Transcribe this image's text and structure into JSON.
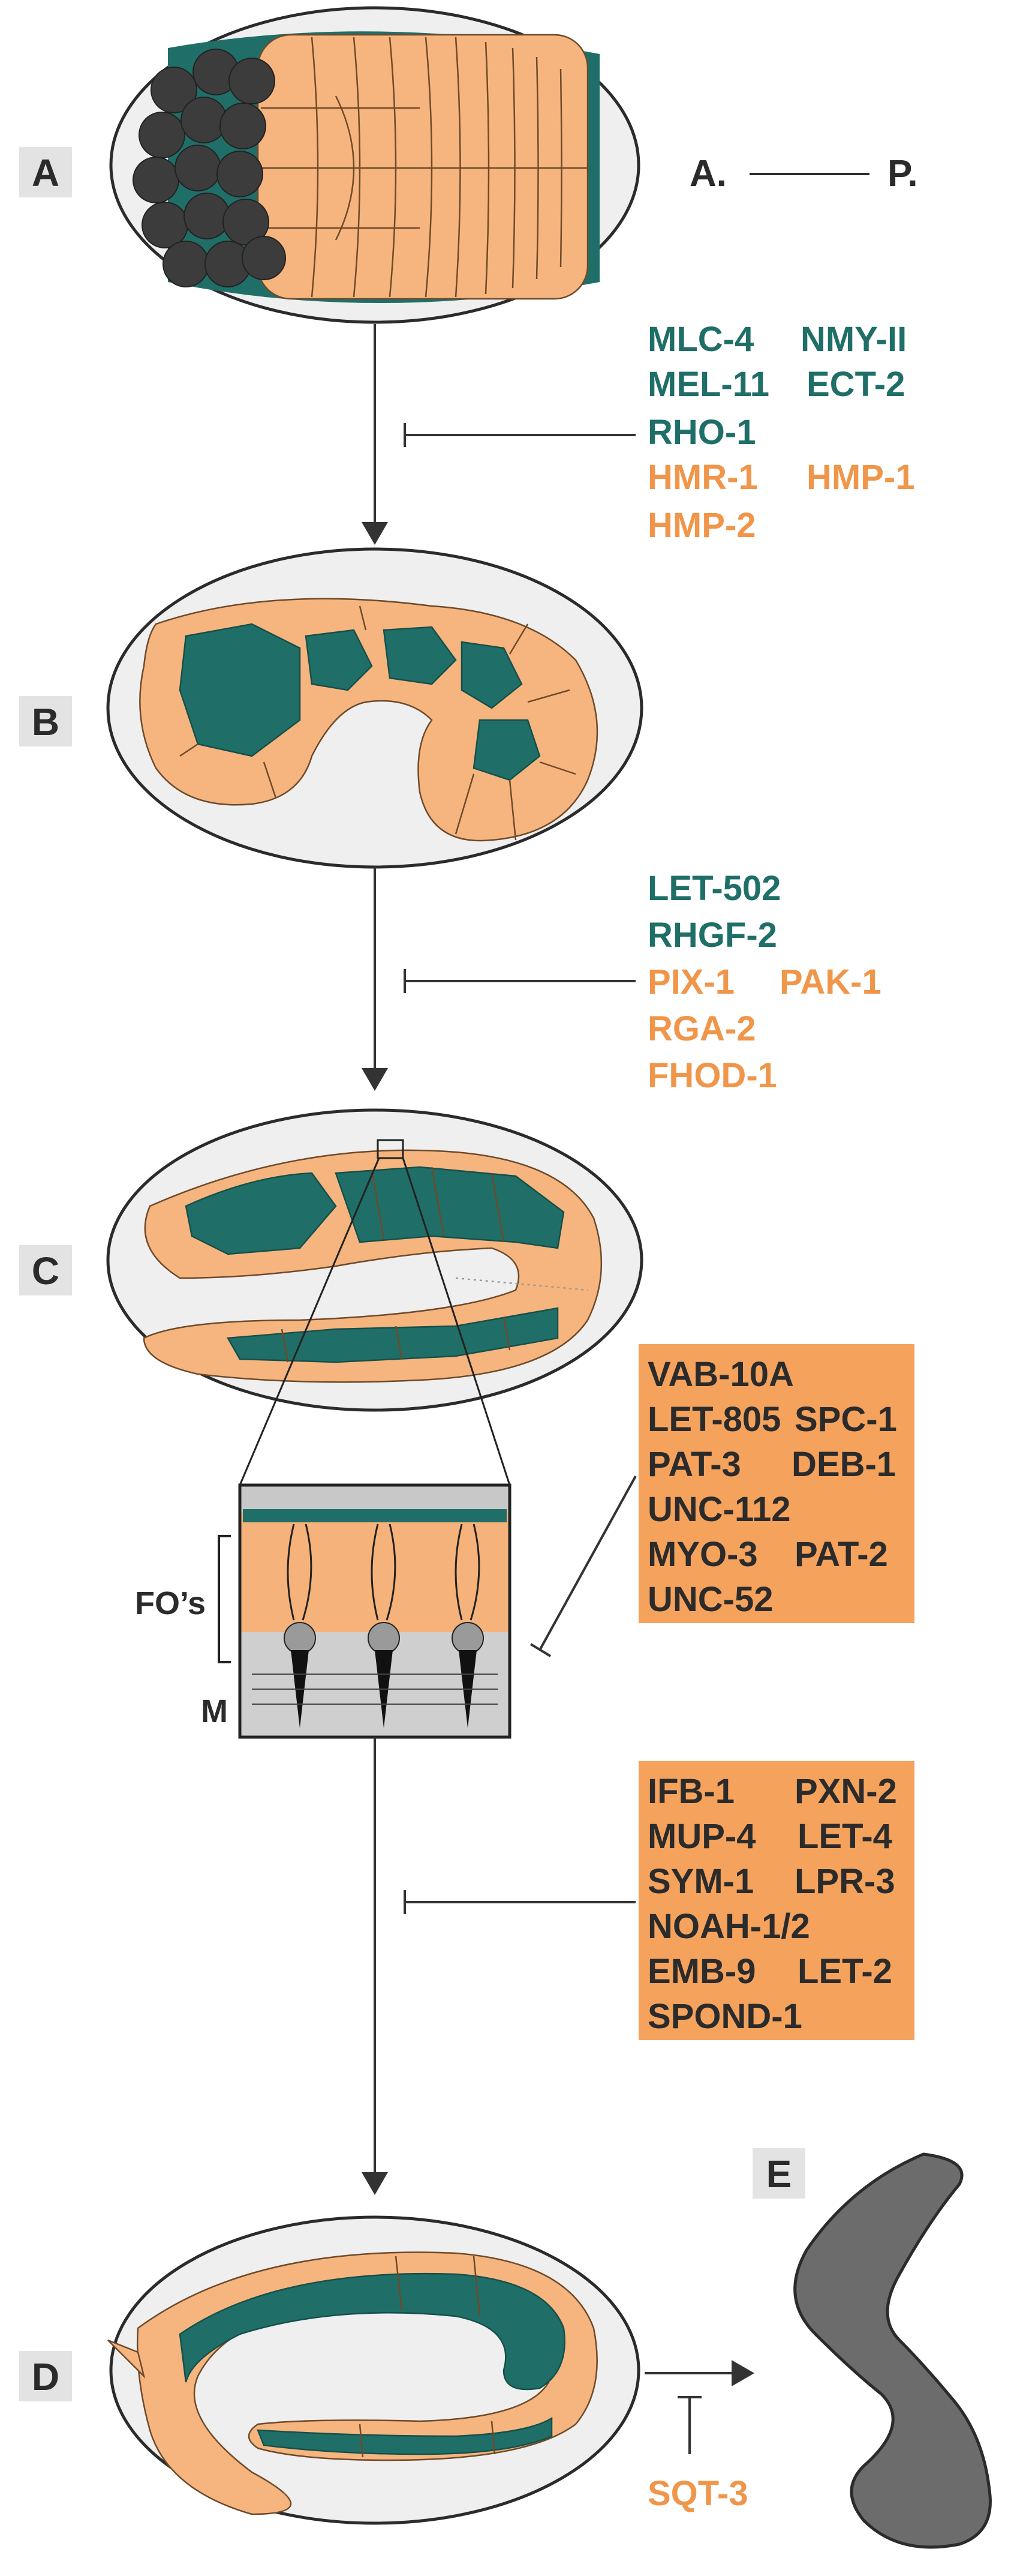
{
  "colors": {
    "teal": "#1f6f68",
    "orange": "#f0964a",
    "orange_box": "#f5a25d",
    "dark": "#2b2b2b",
    "egg_fill": "#efefef"
  },
  "panels": {
    "A": "A",
    "B": "B",
    "C": "C",
    "D": "D",
    "E": "E"
  },
  "axis": {
    "anterior": "A.",
    "posterior": "P."
  },
  "step1": {
    "row1": [
      "MLC-4",
      "NMY-II"
    ],
    "row2": [
      "MEL-11",
      "ECT-2"
    ],
    "row3": [
      "RHO-1"
    ],
    "row4": [
      "HMR-1",
      "HMP-1"
    ],
    "row5": [
      "HMP-2"
    ]
  },
  "step2": {
    "row1": [
      "LET-502"
    ],
    "row2": [
      "RHGF-2"
    ],
    "row3": [
      "PIX-1",
      "PAK-1"
    ],
    "row4": [
      "RGA-2"
    ],
    "row5": [
      "FHOD-1"
    ]
  },
  "box1": {
    "row1": [
      "VAB-10A"
    ],
    "row2": [
      "LET-805",
      "SPC-1"
    ],
    "row3": [
      "PAT-3",
      "DEB-1"
    ],
    "row4": [
      "UNC-112"
    ],
    "row5": [
      "MYO-3",
      "PAT-2"
    ],
    "row6": [
      "UNC-52"
    ]
  },
  "box2": {
    "row1": [
      "IFB-1",
      "PXN-2"
    ],
    "row2": [
      "MUP-4",
      "LET-4"
    ],
    "row3": [
      "SYM-1",
      "LPR-3"
    ],
    "row4": [
      "NOAH-1/2"
    ],
    "row5": [
      "EMB-9",
      "LET-2"
    ],
    "row6": [
      "SPOND-1"
    ]
  },
  "inset": {
    "fo_label": "FO’s",
    "m_label": "M"
  },
  "final": {
    "gene": "SQT-3"
  }
}
